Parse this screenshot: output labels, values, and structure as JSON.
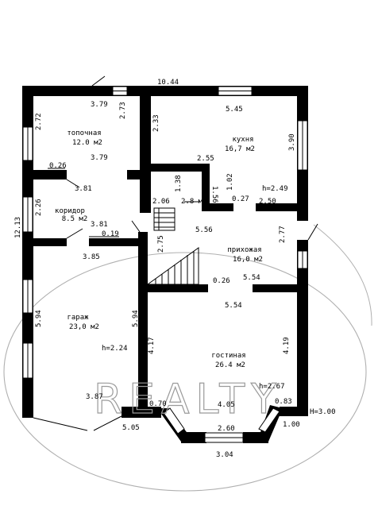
{
  "rooms": {
    "topochnaya": {
      "name": "топочная",
      "area": "12.0 м2"
    },
    "kukhnya": {
      "name": "кухня",
      "area": "16,7 м2"
    },
    "koridor": {
      "name": "коридор",
      "area": "8.5 м2"
    },
    "prikhozhaya": {
      "name": "прихожая",
      "area": "16,0 м2"
    },
    "garazh": {
      "name": "гараж",
      "area": "23,0 м2"
    },
    "gostinaya": {
      "name": "гостиная",
      "area": "26.4 м2"
    },
    "stair_small": {
      "area": "2.8 м2"
    }
  },
  "heights": {
    "kitchen": "h=2.49",
    "garage": "h=2.24",
    "living": "h=2.67",
    "bay": "Н=3.00"
  },
  "dims": {
    "top_total": "10.44",
    "topoch_width": "3.79",
    "topoch_wall": "2.73",
    "topoch_left": "2.72",
    "topoch_bottom": "3.79",
    "topoch_wall_thk": "0.26",
    "kitchen_top": "5.45",
    "kitchen_left": "2.33",
    "kitchen_right": "3.90",
    "kitchen_bottom": "2.55",
    "kitchen_inner": "1.02",
    "kitchen_wall_thk": "0.27",
    "kitchen_step": "2.50",
    "koridor_top": "3.81",
    "koridor_left": "2.26",
    "koridor_bottom": "3.81",
    "koridor_wall_thk": "0.19",
    "left_total": "12.13",
    "stair_h": "1.38",
    "stair_w": "2.06",
    "stair_d": "1.56",
    "hall_width": "5.56",
    "hall_left": "2.75",
    "hall_right": "2.77",
    "hall_wall_thk": "0.26",
    "hall_bottom": "5.54",
    "garage_top": "3.85",
    "garage_left": "5.94",
    "garage_right": "5.94",
    "garage_bottom": "3.87",
    "garage_ext": "5.05",
    "living_top": "5.54",
    "living_left": "4.17",
    "living_right": "4.19",
    "living_door": "0.70",
    "living_bottom": "4.05",
    "bay_side": "0.83",
    "bay_ext": "1.00",
    "bay_inner": "2.60",
    "bay_outer": "3.04"
  },
  "watermark": "REALTY"
}
